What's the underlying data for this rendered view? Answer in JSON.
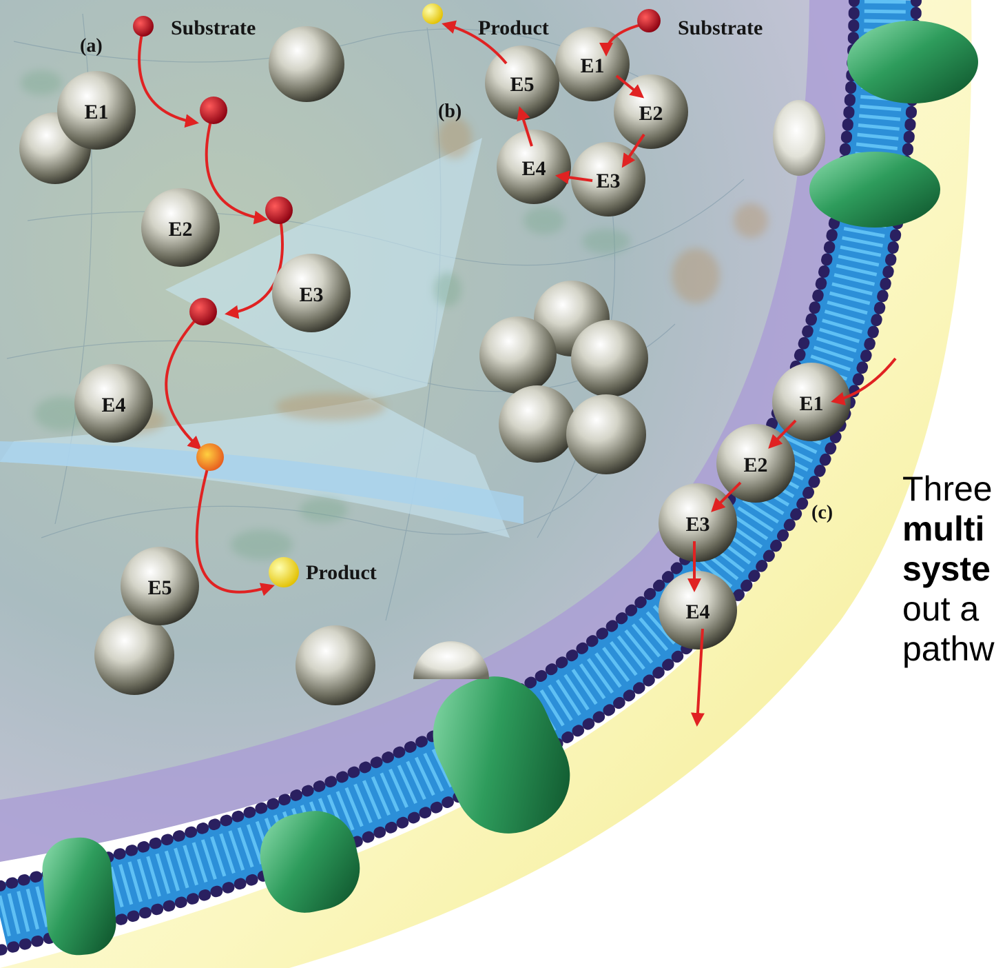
{
  "labels": {
    "panel_a": "(a)",
    "panel_b": "(b)",
    "panel_c": "(c)",
    "substrate_a": "Substrate",
    "product_a": "Product",
    "substrate_b": "Substrate",
    "product_b": "Product"
  },
  "enzymes": {
    "a": [
      "E1",
      "E2",
      "E3",
      "E4",
      "E5"
    ],
    "b": [
      "E1",
      "E2",
      "E3",
      "E4",
      "E5"
    ],
    "c": [
      "E1",
      "E2",
      "E3",
      "E4"
    ]
  },
  "caption": {
    "line1": "Three",
    "line2": "multi",
    "line3": "syste",
    "line4": "out a",
    "line5": "pathw"
  },
  "colors": {
    "substrate": "#c0101c",
    "product": "#f4e020",
    "arrow": "#e02222",
    "membrane_blue": "#2c8fd8",
    "membrane_head": "#2a2060",
    "channel_protein": "#1e8a4c",
    "cytoplasm_purple": "#a99bd6",
    "outside_yellow": "#f5ef9a"
  }
}
